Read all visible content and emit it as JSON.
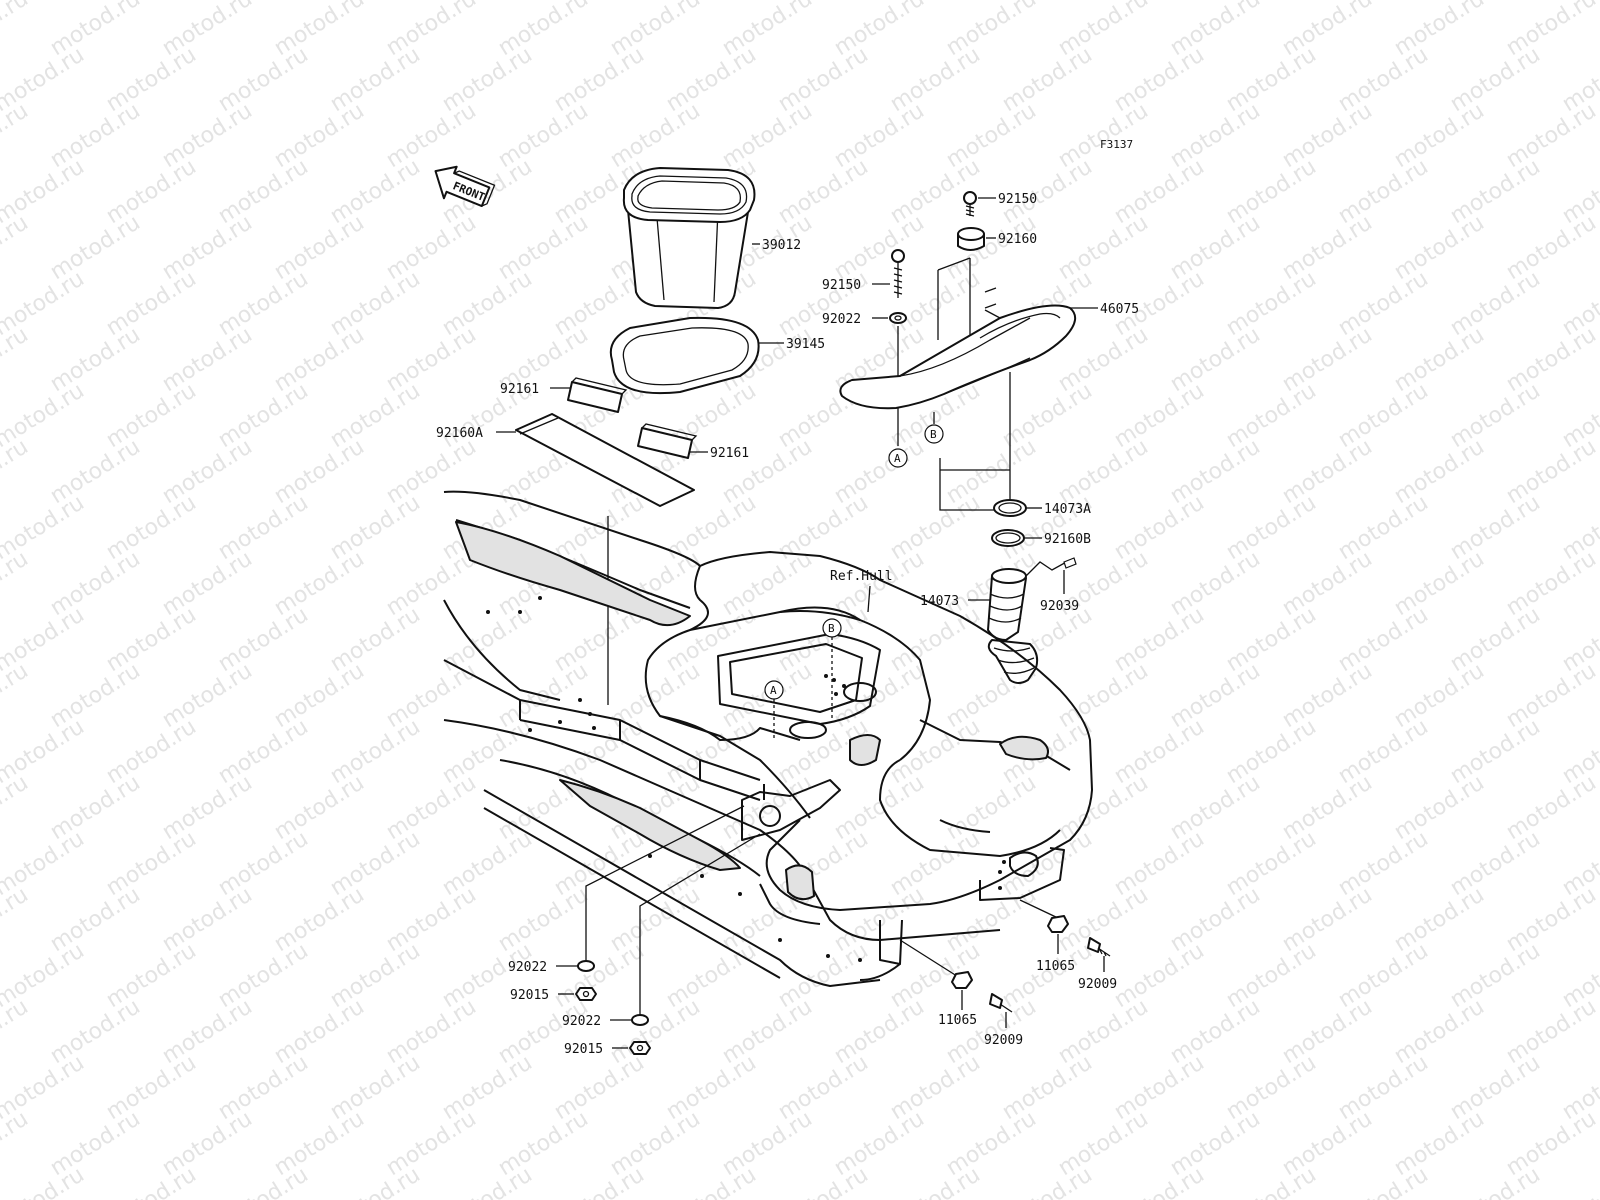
{
  "diagram": {
    "code": "F3137",
    "front_label": "FRONT",
    "watermark": "motod.ru",
    "ref_label": "Ref.Hull",
    "callouts": {
      "A": "A",
      "B": "B"
    },
    "parts": {
      "p39012": "39012",
      "p39145": "39145",
      "p92161a": "92161",
      "p92161b": "92161",
      "p92160a": "92160A",
      "p92150a": "92150",
      "p92160": "92160",
      "p92150b": "92150",
      "p92022a": "92022",
      "p46075": "46075",
      "p14073a": "14073A",
      "p92160b": "92160B",
      "p14073": "14073",
      "p92039": "92039",
      "p92022b": "92022",
      "p92015a": "92015",
      "p92022c": "92022",
      "p92015b": "92015",
      "p11065a": "11065",
      "p92009a": "92009",
      "p11065b": "11065",
      "p92009b": "92009"
    }
  }
}
